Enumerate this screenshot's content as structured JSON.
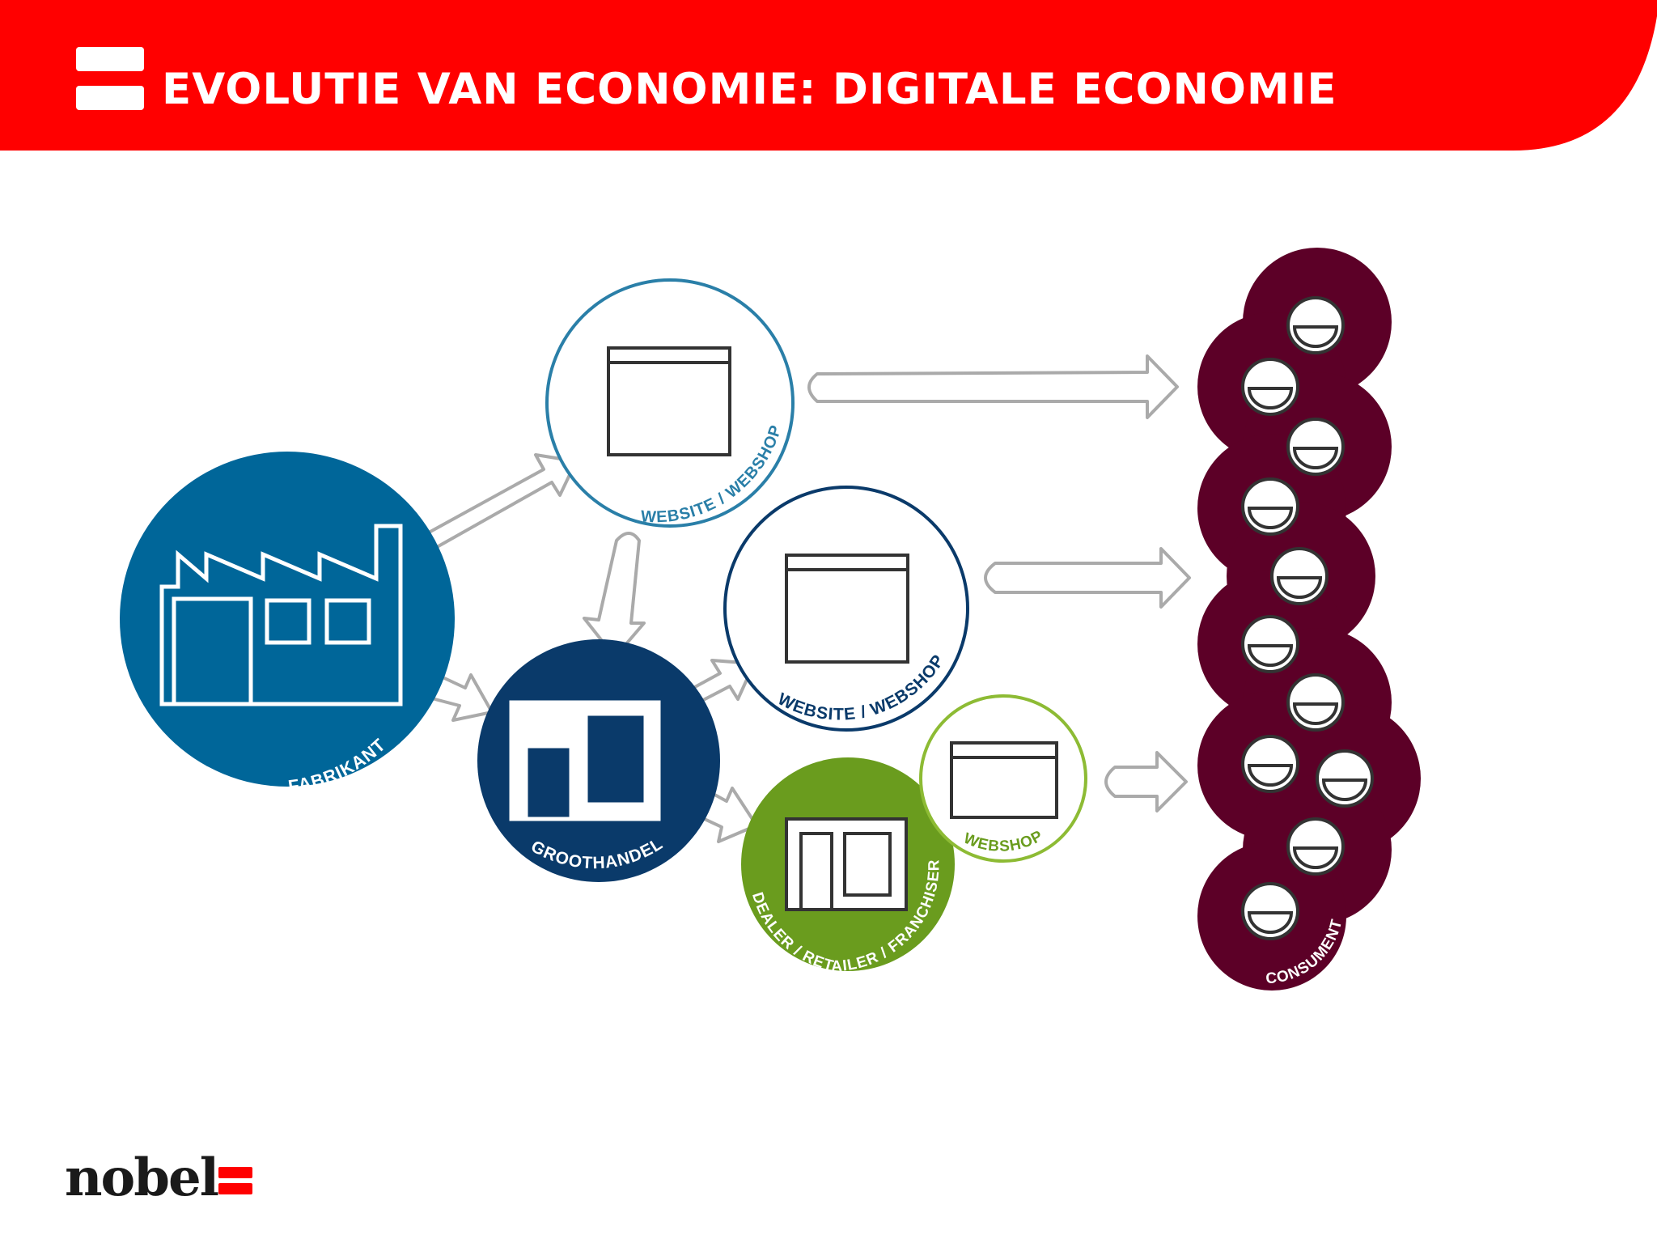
{
  "slide": {
    "title": "EVOLUTIE VAN ECONOMIE: DIGITALE ECONOMIE"
  },
  "diagram": {
    "nodes": {
      "fabrikant": "FABRIKANT",
      "website_top": "WEBSITE / WEBSHOP",
      "groothandel": "GROOTHANDEL",
      "website_mid": "WEBSITE / WEBSHOP",
      "dealer": "DEALER / RETAILER / FRANCHISER",
      "webshop": "WEBSHOP",
      "consument": "CONSUMENT"
    }
  },
  "footer": {
    "logo_text": "nobel"
  },
  "colors": {
    "header_red": "#ff0000",
    "fabrikant_blue": "#006699",
    "groothandel_navy": "#0a3a6a",
    "dealer_green": "#6a9c1e",
    "consument_maroon": "#5c0027",
    "arrow_gray": "#aaaaaa"
  }
}
